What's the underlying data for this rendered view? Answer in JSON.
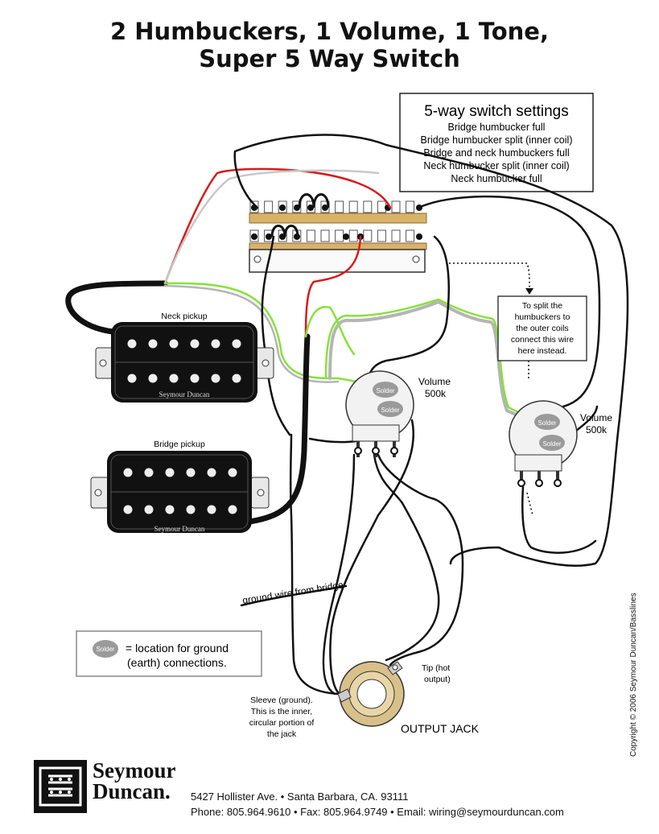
{
  "title": {
    "line1": "2 Humbuckers, 1 Volume, 1 Tone,",
    "line2": "Super 5 Way Switch"
  },
  "switch_settings": {
    "heading": "5-way switch settings",
    "positions": [
      "Bridge humbucker full",
      "Bridge humbucker split (inner coil)",
      "Bridge and neck humbuckers full",
      "Neck humbucker split (inner coil)",
      "Neck humbucker full"
    ]
  },
  "pickups": {
    "neck": {
      "label": "Neck pickup",
      "brand": "Seymour Duncan"
    },
    "bridge": {
      "label": "Bridge pickup",
      "brand": "Seymour Duncan"
    }
  },
  "pots": {
    "left": {
      "label_line1": "Volume",
      "label_line2": "500k",
      "solder1": "Solder",
      "solder2": "Solder"
    },
    "right": {
      "label_line1": "Volume",
      "label_line2": "500k",
      "solder1": "Solder",
      "solder2": "Solder"
    }
  },
  "split_note": {
    "lines": [
      "To split the",
      "humbuckers to",
      "the outer coils",
      "connect this wire",
      "here instead."
    ]
  },
  "ground_wire_label": "ground wire from bridge",
  "legend": {
    "solder_label": "Solder",
    "line1": "= location for ground",
    "line2": "(earth) connections."
  },
  "jack": {
    "label": "OUTPUT JACK",
    "tip_lines": [
      "Tip (hot",
      "output)"
    ],
    "sleeve_lines": [
      "Sleeve (ground).",
      "This is the inner,",
      "circular portion of",
      "the jack"
    ]
  },
  "copyright": "Copyright © 2006 Seymour Duncan/Basslines",
  "footer": {
    "brand_line1": "Seymour",
    "brand_line2": "Duncan.",
    "address": "5427 Hollister Ave. • Santa Barbara, CA. 93111",
    "contact": "Phone: 805.964.9610 • Fax: 805.964.9749 • Email: wiring@seymourduncan.com"
  },
  "colors": {
    "wire_black": "#111111",
    "wire_red": "#d81a1a",
    "wire_green": "#86e23a",
    "wire_bare": "#b5b5b5",
    "switch_rail": "#d9b26a",
    "jack_ring": "#d8c08a",
    "solder_pad": "#9a9a9a"
  },
  "icons": [
    "seymour-duncan-logo-icon",
    "solder-pad-icon"
  ]
}
